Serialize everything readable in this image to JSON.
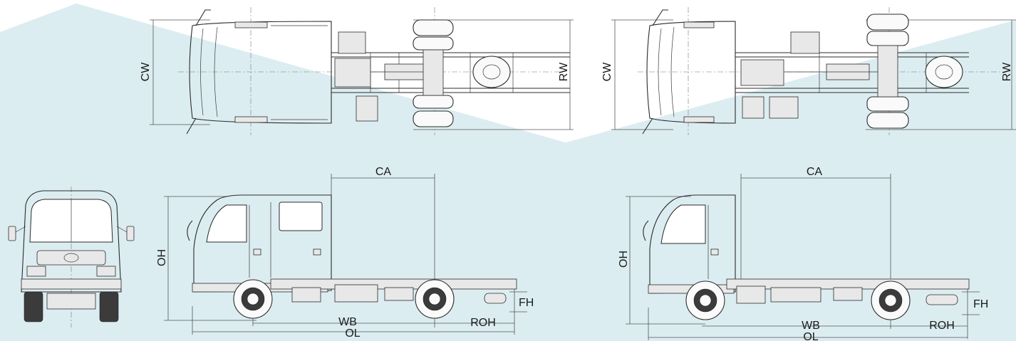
{
  "colors": {
    "band": "#dcedf1",
    "line": "#2b2b2b",
    "background": "#ffffff"
  },
  "left": {
    "top_view": {
      "cw": "CW",
      "rw": "RW"
    },
    "side_view": {
      "oh": "OH",
      "ca": "CA",
      "fh": "FH",
      "wb": "WB",
      "roh": "ROH",
      "ol": "OL"
    }
  },
  "right": {
    "top_view": {
      "cw": "CW",
      "rw": "RW"
    },
    "side_view": {
      "oh": "OH",
      "ca": "CA",
      "fh": "FH",
      "wb": "WB",
      "roh": "ROH",
      "ol": "OL"
    }
  }
}
